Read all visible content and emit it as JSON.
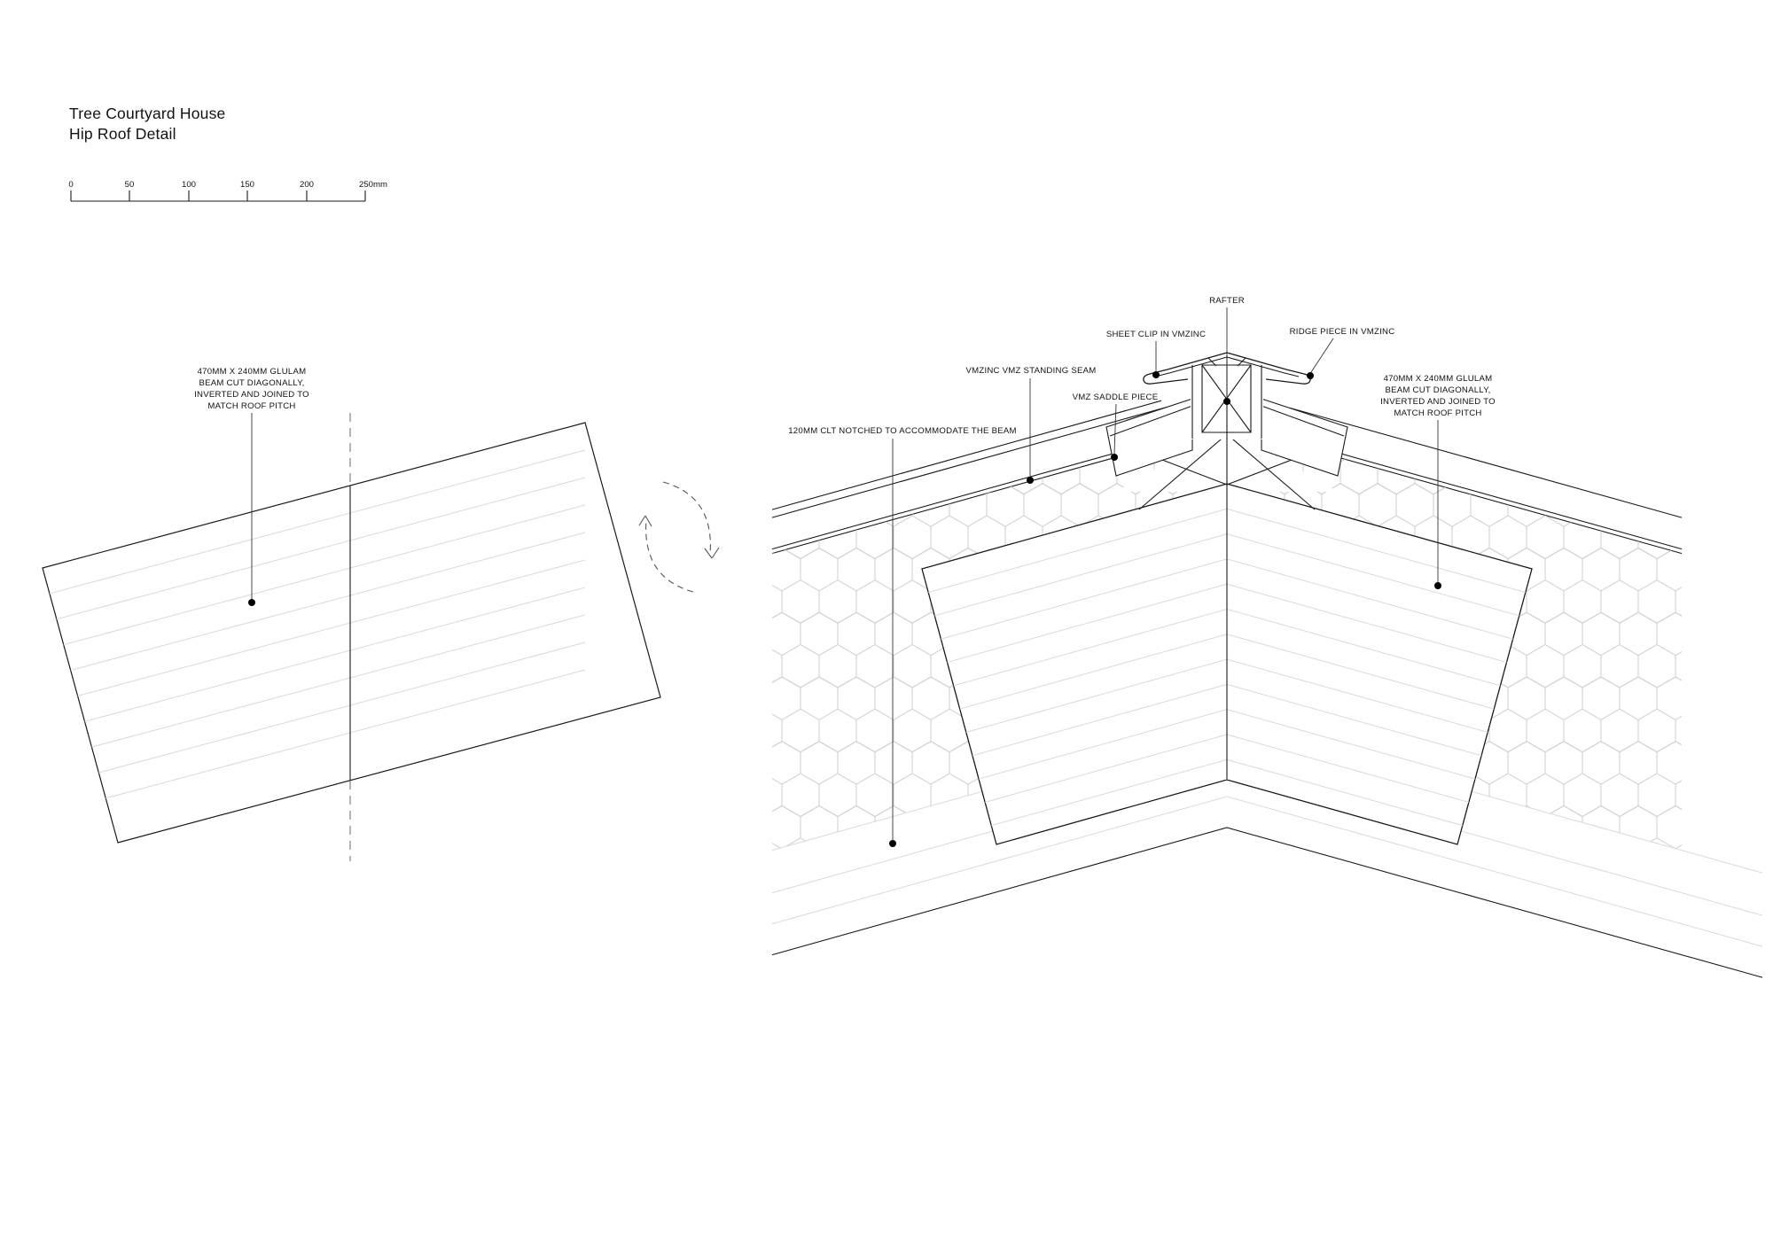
{
  "title": {
    "line1": "Tree Courtyard House",
    "line2": "Hip Roof Detail"
  },
  "scale_bar": {
    "labels": [
      "0",
      "50",
      "100",
      "150",
      "200",
      "250mm"
    ]
  },
  "diagram_left": {
    "glulam_label": {
      "lines": [
        "470MM X 240MM GLULAM",
        "BEAM CUT DIAGONALLY,",
        "INVERTED AND JOINED TO",
        "MATCH ROOF PITCH"
      ]
    }
  },
  "diagram_right": {
    "labels": {
      "rafter": "RAFTER",
      "sheet_clip": "SHEET CLIP IN VMZINC",
      "ridge_piece": "RIDGE PIECE IN VMZINC",
      "standing_seam": "VMZINC VMZ STANDING SEAM",
      "saddle": "VMZ SADDLE PIECE",
      "clt": "120MM CLT NOTCHED TO ACCOMMODATE THE BEAM",
      "glulam": {
        "lines": [
          "470MM X 240MM GLULAM",
          "BEAM CUT DIAGONALLY,",
          "INVERTED AND JOINED TO",
          "MATCH ROOF PITCH"
        ]
      }
    }
  },
  "colors": {
    "line": "#1a1a1a",
    "light": "#d9d9d9",
    "hatch": "#cccccc",
    "dash": "#777777",
    "leader": "#333333",
    "text": "#111111",
    "paper": "#ffffff"
  }
}
